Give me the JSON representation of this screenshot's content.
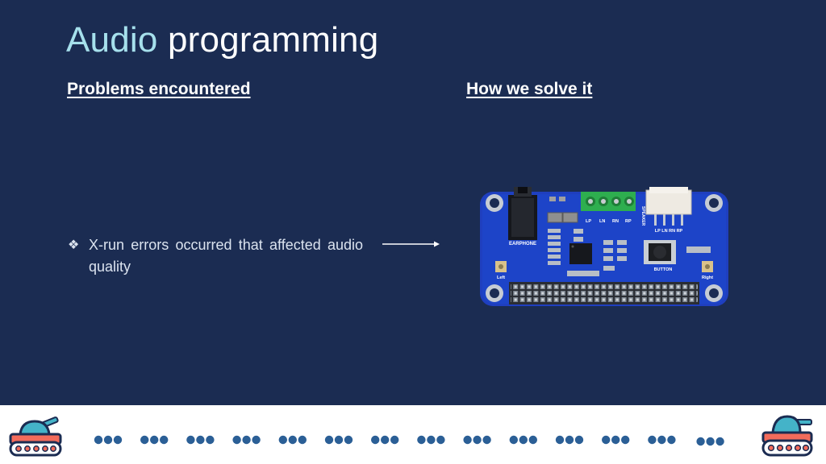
{
  "slide": {
    "title_part1": "Audio",
    "title_part2": " programming",
    "accent_color": "#a6e0ec",
    "background_color": "#1b2c52"
  },
  "columns": {
    "problems": "Problems encountered",
    "solution": "How we solve it"
  },
  "bullets": [
    {
      "icon": "diamond-cluster-icon",
      "text": "X-run errors occurred that affected audio quality"
    }
  ],
  "board": {
    "labels": {
      "earphone": "EARPHONE",
      "lp": "LP",
      "ln": "LN",
      "rn": "RN",
      "rp": "RP",
      "speaker": "SPEAKER",
      "connector": "LP LN RN RP",
      "button": "BUTTON",
      "left": "Left",
      "right": "Right"
    }
  },
  "footer": {
    "icons": [
      "tank-icon-left",
      "tank-icon-right"
    ],
    "progress_dots": 14
  }
}
